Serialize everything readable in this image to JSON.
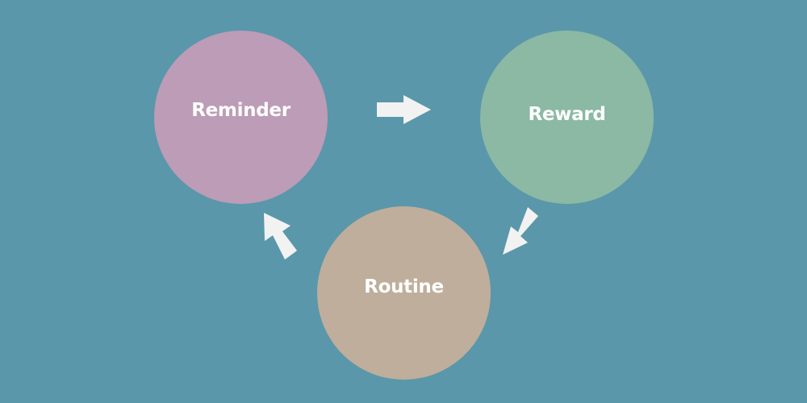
{
  "diagram": {
    "background": "#5a97aa",
    "arrow_color": "#f2f2f2",
    "nodes": {
      "reminder": {
        "label": "Reminder",
        "color": "#bc9cb6"
      },
      "reward": {
        "label": "Reward",
        "color": "#8bb9a4"
      },
      "routine": {
        "label": "Routine",
        "color": "#beae9b"
      }
    },
    "cycle": [
      "Reminder",
      "Reward",
      "Routine"
    ]
  }
}
